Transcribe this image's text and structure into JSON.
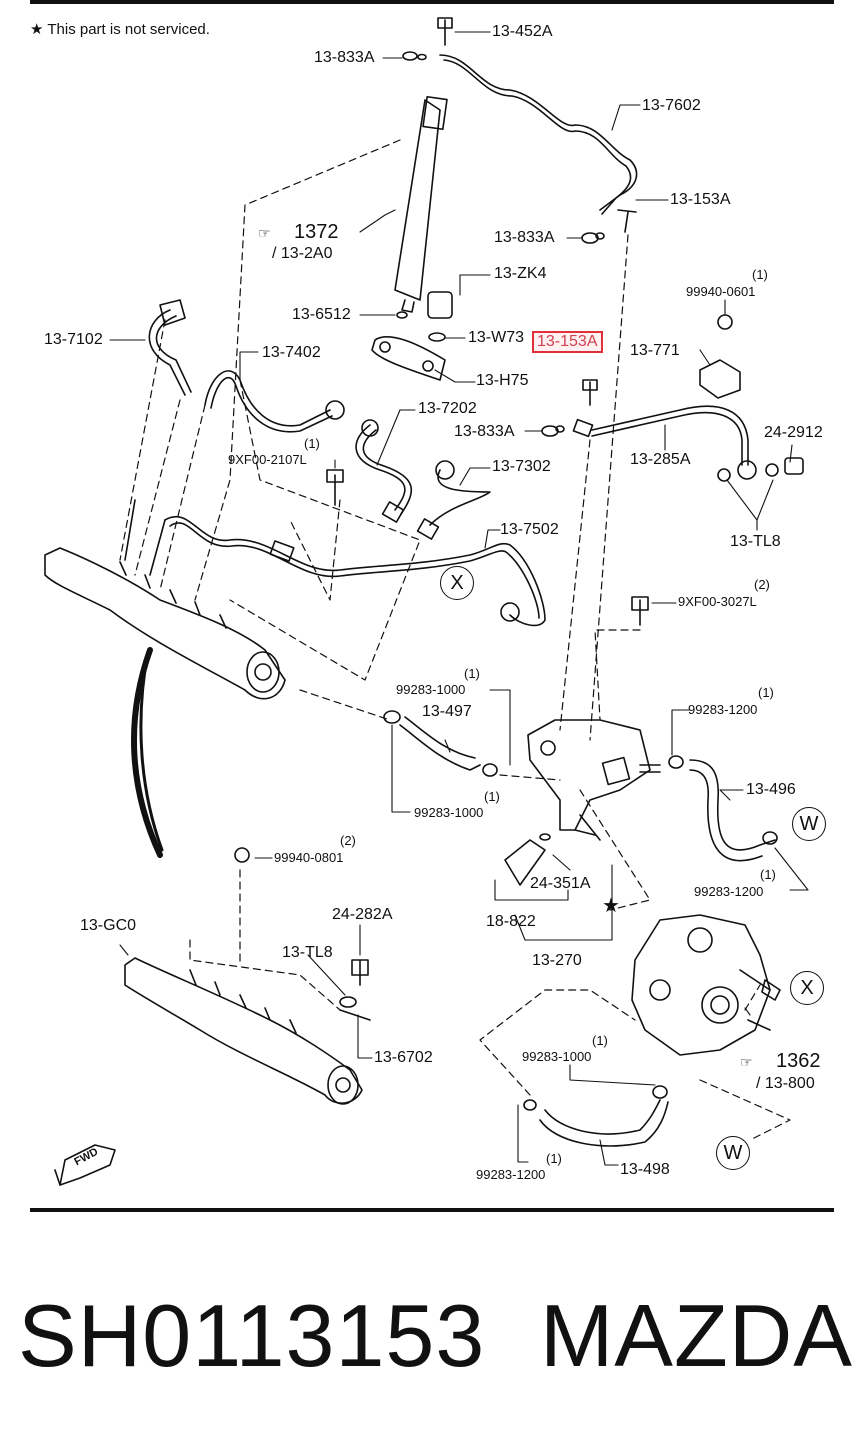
{
  "note": "This part is not serviced.",
  "star": "★",
  "labels": {
    "p13452A": "13-452A",
    "p13833A_1": "13-833A",
    "p137602": "13-7602",
    "p13153A_1": "13-153A",
    "p13833A_2": "13-833A",
    "p1372": "1372",
    "p132A0": "/ 13-2A0",
    "p13ZK4": "13-ZK4",
    "p136512": "13-6512",
    "p13W73": "13-W73",
    "p13153A_hl": "13-153A",
    "p137102": "13-7102",
    "p137402": "13-7402",
    "p13H75": "13-H75",
    "p99940_0601": "99940-0601",
    "p13771": "13-771",
    "p137202": "13-7202",
    "p13833A_3": "13-833A",
    "p242912": "24-2912",
    "p9XF00_2107L": "9XF00-2107L",
    "p137302": "13-7302",
    "p13285A": "13-285A",
    "p137502": "13-7502",
    "p13TL8_1": "13-TL8",
    "p9XF00_3027L": "9XF00-3027L",
    "p99283_1000_1": "99283-1000",
    "p13497": "13-497",
    "p99283_1200_1": "99283-1200",
    "p13496": "13-496",
    "p99283_1000_2": "99283-1000",
    "p99940_0801": "99940-0801",
    "p24351A": "24-351A",
    "p99283_1200_2": "99283-1200",
    "p13GC0": "13-GC0",
    "p24282A": "24-282A",
    "p18822": "18-822",
    "p13TL8_2": "13-TL8",
    "p13270": "13-270",
    "p136702": "13-6702",
    "p99283_1000_3": "99283-1000",
    "p1362": "1362",
    "p13800": "/ 13-800",
    "p13498": "13-498",
    "p99283_1200_3": "99283-1200",
    "fwd": "FWD"
  },
  "quantities": {
    "q99940_0601": "(1)",
    "q9XF00_2107L": "(1)",
    "q9XF00_3027L": "(2)",
    "q99283_1000_1": "(1)",
    "q99283_1200_1": "(1)",
    "q99283_1000_2": "(1)",
    "q99940_0801": "(2)",
    "q99283_1200_2": "(1)",
    "q99283_1000_3": "(1)",
    "q99283_1200_3": "(1)"
  },
  "callouts": {
    "x1": "X",
    "x2": "X",
    "w1": "W",
    "w2": "W"
  },
  "footer": {
    "part_number": "SH0113153",
    "brand": "MAZDA"
  },
  "colors": {
    "highlight": "#e0303a",
    "ink": "#111111"
  }
}
